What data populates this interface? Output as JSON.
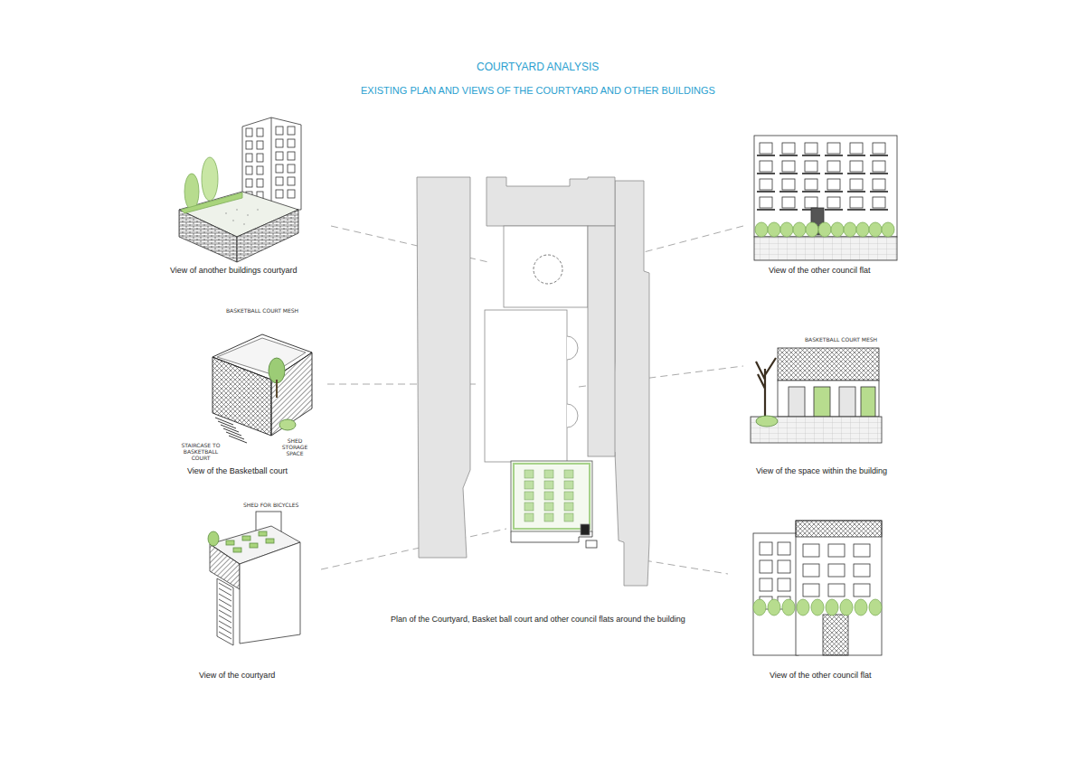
{
  "diagram": {
    "title": "COURTYARD ANALYSIS",
    "labels": [
      "EXISTING PLAN AND VIEWS OF THE COURTYARD AND OTHER BUILDINGS",
      "View of another buildings courtyard",
      "View of the other council flat",
      "BASKETBALL COURT MESH",
      "STAIRCASE TO BASKETBALL COURT",
      "SHED STORAGE SPACE",
      "View of the Basketball court",
      "BASKETBALL COURT MESH",
      "View of the space within the building",
      "SHED FOR BICYCLES",
      "View of the courtyard",
      "View of the other council flat",
      "Plan of the Courtyard, Basket ball court and other council flats around the building"
    ]
  }
}
